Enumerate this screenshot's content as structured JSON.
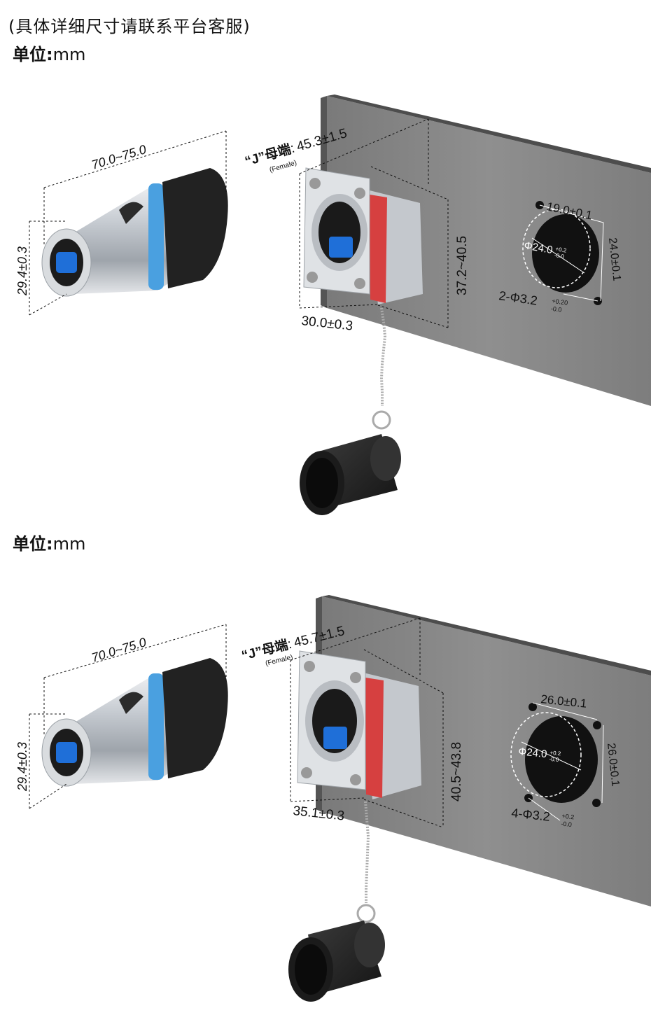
{
  "note": "(具体详细尺寸请联系平台客服)",
  "unit_label": "单位:",
  "unit_value": "mm",
  "colors": {
    "plate": "#8a8a8a",
    "plate_edge": "#5b5b5b",
    "metal": "#c9cdd2",
    "usb_blue": "#1e6fd9",
    "ring_blue": "#5aa9e6",
    "seal_red": "#d23a3a",
    "cap": "#2a2a2a"
  },
  "diagrams": [
    {
      "plug_length": "70.0~75.0",
      "plug_diameter": "29.4±0.3",
      "j_label": "“J”母端",
      "j_sep": ":",
      "j_value": "45.3±1.5",
      "female_label": "(Female)",
      "flange_height": "37.2~40.5",
      "flange_width": "30.0±0.3",
      "hole_spacing_h": "19.0±0.1",
      "hole_spacing_v": "24.0±0.1",
      "cutout_diam": "Φ24.0",
      "cutout_tol_plus": "+0.2",
      "cutout_tol_minus": "-0.0",
      "mount_holes": "2-Φ3.2",
      "mount_tol_plus": "+0.20",
      "mount_tol_minus": "-0.0"
    },
    {
      "plug_length": "70.0~75.0",
      "plug_diameter": "29.4±0.3",
      "j_label": "“J”母端",
      "j_sep": ":",
      "j_value": "45.7±1.5",
      "female_label": "(Female)",
      "flange_height": "40.5~43.8",
      "flange_width": "35.1±0.3",
      "hole_spacing_h": "26.0±0.1",
      "hole_spacing_v": "26.0±0.1",
      "cutout_diam": "Φ24.0",
      "cutout_tol_plus": "+0.2",
      "cutout_tol_minus": "-0.0",
      "mount_holes": "4-Φ3.2",
      "mount_tol_plus": "+0.2",
      "mount_tol_minus": "-0.0"
    }
  ]
}
